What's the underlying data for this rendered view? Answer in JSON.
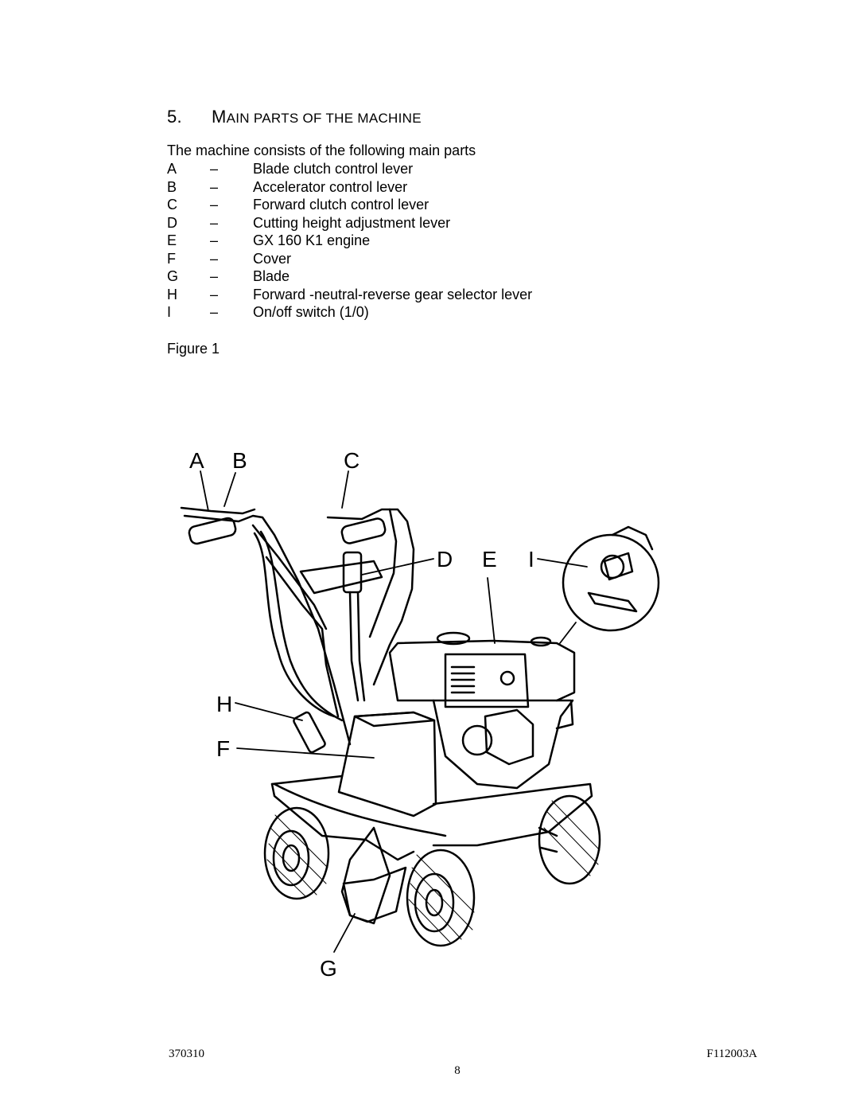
{
  "section": {
    "number": "5.",
    "title_first": "M",
    "title_rest": "AIN PARTS OF THE MACHINE"
  },
  "intro": "The machine consists of the following main parts",
  "parts": [
    {
      "letter": "A",
      "dash": "–",
      "label": "Blade clutch control lever"
    },
    {
      "letter": "B",
      "dash": "–",
      "label": "Accelerator control lever"
    },
    {
      "letter": "C",
      "dash": "–",
      "label": "Forward clutch control lever"
    },
    {
      "letter": "D",
      "dash": "–",
      "label": "Cutting height adjustment lever"
    },
    {
      "letter": "E",
      "dash": "–",
      "label": "GX 160 K1 engine"
    },
    {
      "letter": "F",
      "dash": "–",
      "label": "Cover"
    },
    {
      "letter": "G",
      "dash": "–",
      "label": "Blade"
    },
    {
      "letter": "H",
      "dash": "–",
      "label": "Forward -neutral-reverse gear selector lever"
    },
    {
      "letter": "I",
      "dash": "–",
      "label": "On/off switch  (1/0)"
    }
  ],
  "figure_label": "Figure 1",
  "callouts": {
    "a": "A",
    "b": "B",
    "c": "C",
    "d": "D",
    "e": "E",
    "i": "I",
    "h": "H",
    "f": "F",
    "g": "G"
  },
  "footer": {
    "left": "370310",
    "right": "F112003A",
    "page": "8"
  }
}
